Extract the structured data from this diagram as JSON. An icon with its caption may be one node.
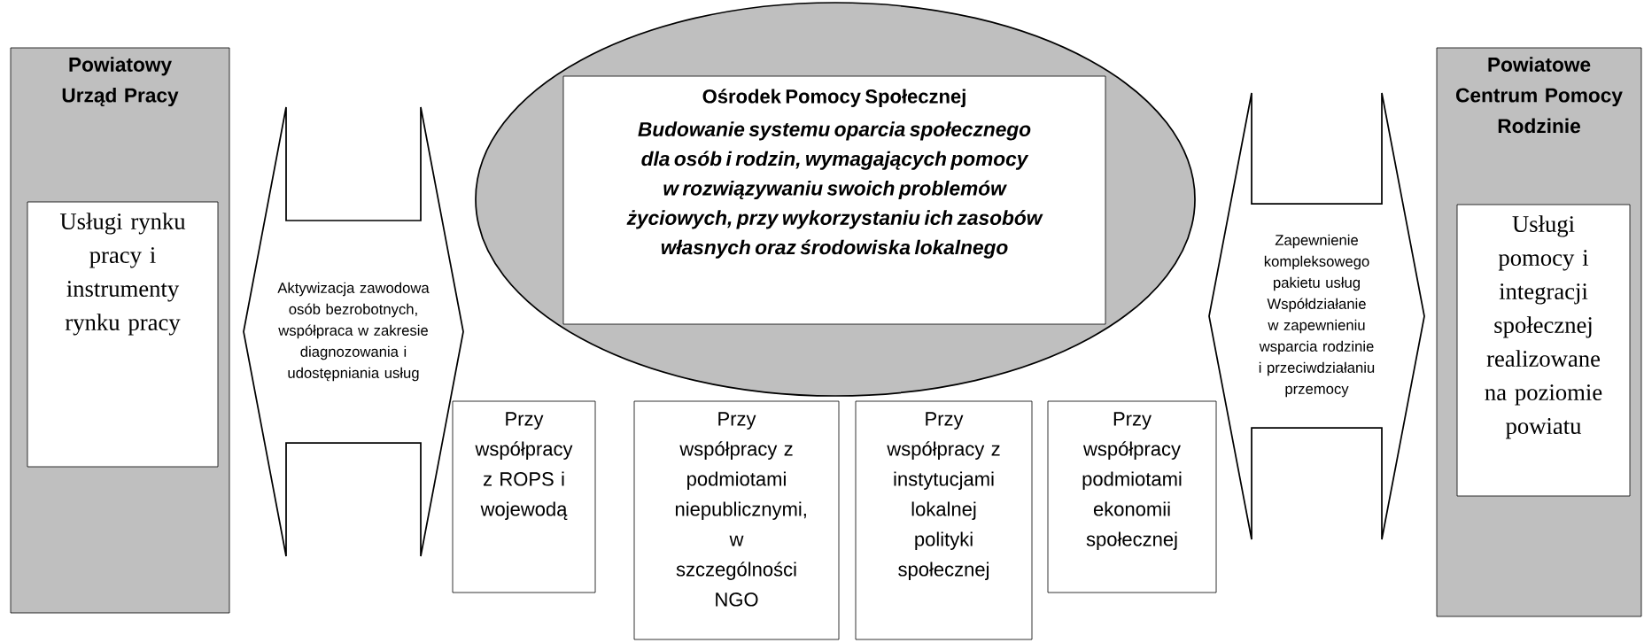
{
  "diagram": {
    "nodes": [
      {
        "text": [
          "Powiatowy Urząd Pracy"
        ]
      },
      {
        "text": [
          "Usługi rynku pracy i instrumenty rynku pracy"
        ],
        "in": 0
      },
      {
        "text": [],
        "shape": "ellipse"
      },
      {
        "text": [
          "Ośrodek Pomocy Społecznej",
          "Budowanie systemu oparcia społecznego dla osób i rodzin, wymagających pomocy w rozwiązywaniu swoich problemów życiowych, przy wykorzystaniu ich zasobów własnych oraz środowiska lokalnego"
        ],
        "in": 2
      },
      {
        "text": [
          "Powiatowe Centrum Pomocy Rodzinie"
        ]
      },
      {
        "text": [
          "Usługi pomocy i integracji społecznej realizowane na poziomie powiatu"
        ],
        "in": 4
      },
      {
        "text": [
          "Przy współpracy z ROPS i wojewodą"
        ]
      },
      {
        "text": [
          "Przy współpracy z podmiotami niepublicznymi, w szczególności NGO"
        ]
      },
      {
        "text": [
          "Przy współpracy z instytucjami lokalnej polityki społecznej"
        ]
      },
      {
        "text": [
          "Przy współpracy podmiotami ekonomii społecznej"
        ]
      }
    ],
    "edges": [
      {
        "from": 0,
        "to": 2,
        "arrow": "both",
        "label": "Aktywizacja zawodowa osób bezrobotnych, współpraca w zakresie diagnozowania i udostępniania usług"
      },
      {
        "from": 2,
        "to": 4,
        "arrow": "both",
        "label": "Zapewnienie kompleksowego pakietu usług Współdziałanie w zapewnieniu wsparcia rodzinie i przeciwdziałaniu przemocy"
      }
    ]
  }
}
